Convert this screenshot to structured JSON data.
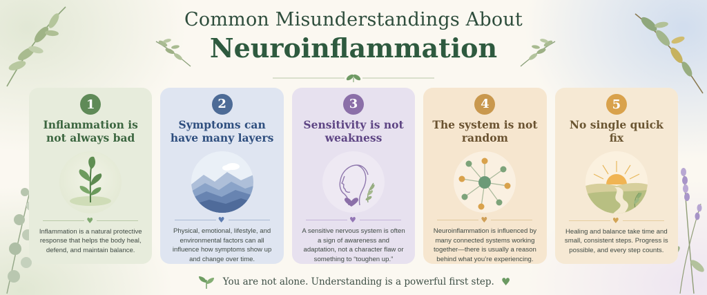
{
  "title": {
    "line1": "Common Misunderstandings About",
    "line2": "Neuroinflammation"
  },
  "cards": [
    {
      "number": "1",
      "heading": "Inflammation is not always bad",
      "illustration": "sprout-icon",
      "body": "Inflammation is a natural protective response that helps the body heal, defend, and maintain balance.",
      "accent": "#5f8a58"
    },
    {
      "number": "2",
      "heading": "Symptoms can have many layers",
      "illustration": "layered-mountains-icon",
      "body": "Physical, emotional, lifestyle, and environmental factors can all influence how symptoms show up and change over time.",
      "accent": "#4d6b96"
    },
    {
      "number": "3",
      "heading": "Sensitivity is not weakness",
      "illustration": "face-profile-heart-icon",
      "body": "A sensitive nervous system is often a sign of awareness and adaptation, not a character flaw or something to “toughen up.”",
      "accent": "#8b6fa8"
    },
    {
      "number": "4",
      "heading": "The system is not random",
      "illustration": "network-nodes-icon",
      "body": "Neuroinflammation is influenced by many connected systems working together—there is usually a reason behind what you’re experiencing.",
      "accent": "#c9984e"
    },
    {
      "number": "5",
      "heading": "No single quick fix",
      "illustration": "sunrise-path-icon",
      "body": "Healing and balance take time and small, consistent steps. Progress is possible, and every step counts.",
      "accent": "#d9a24c"
    }
  ],
  "footer": {
    "text": "You are not alone. Understanding is a powerful first step.",
    "heart": "♥"
  },
  "divider_heart": "♥"
}
